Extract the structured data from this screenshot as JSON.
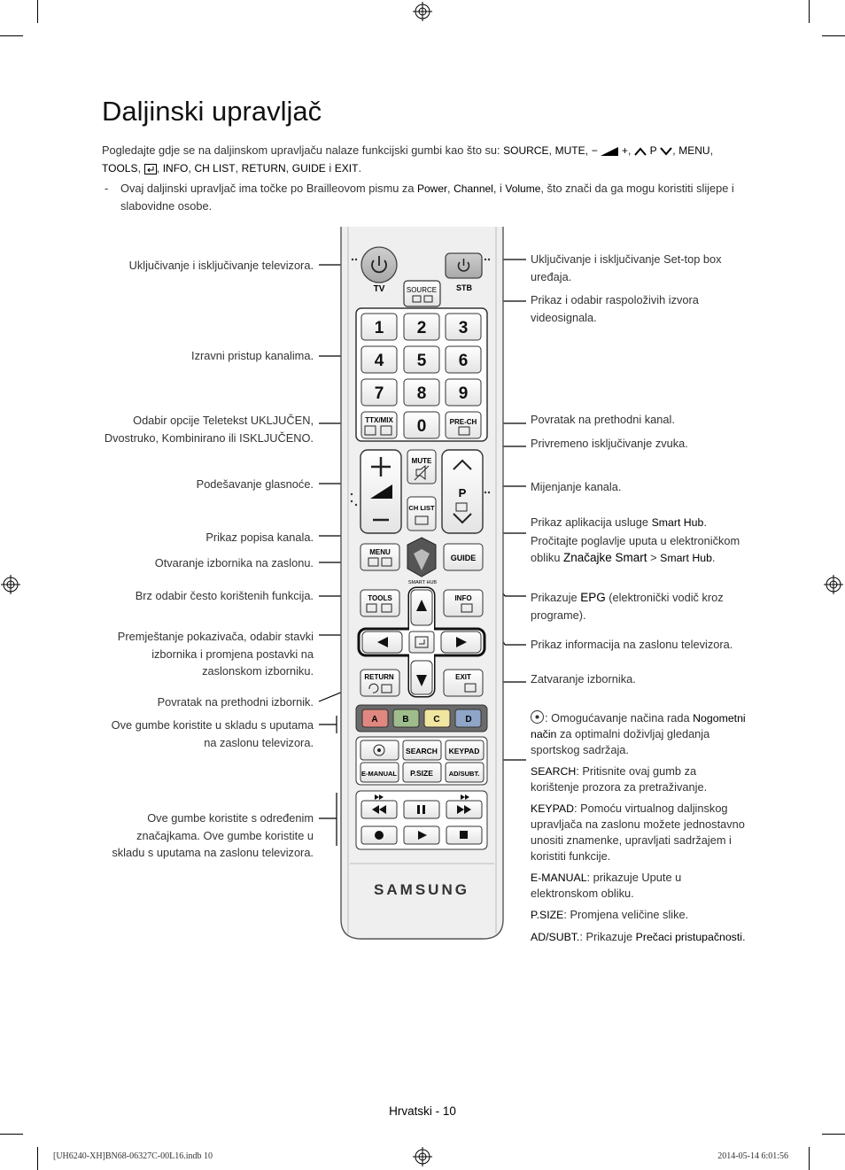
{
  "page": {
    "title": "Daljinski upravljač",
    "intro": {
      "before": "Pogledajte gdje se na daljinskom upravljaču nalaze funkcijski gumbi kao što su: ",
      "source": "SOURCE",
      "sep1": ", ",
      "mute": "MUTE",
      "sep2": ", ",
      "vol_minus": "−",
      "vol_plus": "+",
      "sep3": ", ",
      "p": "P",
      "sep4": ", ",
      "menu": "MENU",
      "sep5": ",",
      "tools": "TOOLS",
      "sep6": ", ",
      "sep7": ", ",
      "info": "INFO",
      "sep8": ", ",
      "chlist": "CH LIST",
      "sep9": ", ",
      "return": "RETURN",
      "sep10": ", ",
      "guide": "GUIDE",
      "and": " i ",
      "exit": "EXIT",
      "end": "."
    },
    "note": {
      "dash": "-",
      "before": "Ovaj daljinski upravljač ima točke po Brailleovom pismu za ",
      "power": "Power",
      "sep1": ", ",
      "channel": "Channel",
      "and": ", i ",
      "volume": "Volume",
      "after": ", što znači da ga mogu koristiti slijepe i slabovidne osobe."
    },
    "left_labels": [
      "Uključivanje i isključivanje televizora.",
      "Izravni pristup kanalima.",
      "Odabir opcije Teletekst UKLJUČEN, Dvostruko, Kombinirano ili ISKLJUČENO.",
      "Podešavanje glasnoće.",
      "Prikaz popisa kanala.",
      "Otvaranje izbornika na zaslonu.",
      "Brz odabir često korištenih funkcija.",
      "Premještanje pokazivača, odabir stavki izbornika i promjena postavki na zaslonskom izborniku.",
      "Povratak na prethodni izbornik.",
      "Ove gumbe koristite u skladu s uputama na zaslonu televizora.",
      "Ove gumbe koristite s određenim značajkama. Ove gumbe koristite u skladu s uputama na zaslonu televizora."
    ],
    "right_labels": {
      "stb": "Uključivanje i isključivanje Set-top box uređaja.",
      "source": "Prikaz i odabir raspoloživih izvora videosignala.",
      "prech": "Povratak na prethodni kanal.",
      "mute": "Privremeno isključivanje zvuka.",
      "channel": "Mijenjanje kanala.",
      "smarthub_1": "Prikaz aplikacija usluge ",
      "smarthub_b1": "Smart Hub",
      "smarthub_2": ". Pročitajte poglavlje uputa u elektroničkom obliku ",
      "smarthub_b2": "Značajke Smart",
      "smarthub_3": " > ",
      "smarthub_b3": "Smart Hub",
      "smarthub_4": ".",
      "epg_1": "Prikazuje ",
      "epg_b": "EPG",
      "epg_2": " (elektronički vodič kroz programe).",
      "info": "Prikaz informacija na zaslonu televizora.",
      "exit": "Zatvaranje izbornika."
    },
    "descriptions": {
      "football_1": ": Omogućavanje načina rada ",
      "football_b": "Nogometni način",
      "football_2": " za optimalni doživljaj gledanja sportskog sadržaja.",
      "search_b": "SEARCH",
      "search": ": Pritisnite ovaj gumb za korištenje prozora za pretraživanje.",
      "keypad_b": "KEYPAD",
      "keypad": ": Pomoću virtualnog daljinskog upravljača na zaslonu možete jednostavno unositi znamenke, upravljati sadržajem i koristiti funkcije.",
      "emanual_b": "E-MANUAL",
      "emanual": ": prikazuje Upute u elektronskom obliku.",
      "psize_b": "P.SIZE",
      "psize": ": Promjena veličine slike.",
      "adsubt_b": "AD/SUBT.",
      "adsubt_1": ": Prikazuje ",
      "adsubt_b2": "Prečaci pristupačnosti",
      "adsubt_2": "."
    },
    "footer": "Hrvatski - 10",
    "slug_left": "[UH6240-XH]BN68-06327C-00L16.indb   10",
    "slug_right": "2014-05-14   6:01:56"
  },
  "remote": {
    "brand": "SAMSUNG",
    "tv": "TV",
    "stb": "STB",
    "source": "SOURCE",
    "digits": [
      "1",
      "2",
      "3",
      "4",
      "5",
      "6",
      "7",
      "8",
      "9"
    ],
    "zero": "0",
    "ttx": "TTX/MIX",
    "prech": "PRE-CH",
    "mute": "MUTE",
    "chlist": "CH LIST",
    "p": "P",
    "menu": "MENU",
    "smarthub": "SMART HUB",
    "guide": "GUIDE",
    "tools": "TOOLS",
    "info": "INFO",
    "return": "RETURN",
    "exit": "EXIT",
    "colors": [
      "A",
      "B",
      "C",
      "D"
    ],
    "color_hex": [
      "#e08880",
      "#9fbd8c",
      "#f0e6a0",
      "#8fa6c8"
    ],
    "row1": [
      "SEARCH",
      "KEYPAD"
    ],
    "row2": [
      "E-MANUAL",
      "P.SIZE",
      "AD/SUBT."
    ],
    "icons": [
      "power-icon",
      "source-icon",
      "mute-icon",
      "arrow-up-icon",
      "arrow-down-icon",
      "arrow-left-icon",
      "arrow-right-icon",
      "enter-icon",
      "rewind-icon",
      "pause-icon",
      "fast-forward-icon",
      "record-icon",
      "play-icon",
      "stop-icon",
      "football-icon"
    ]
  }
}
